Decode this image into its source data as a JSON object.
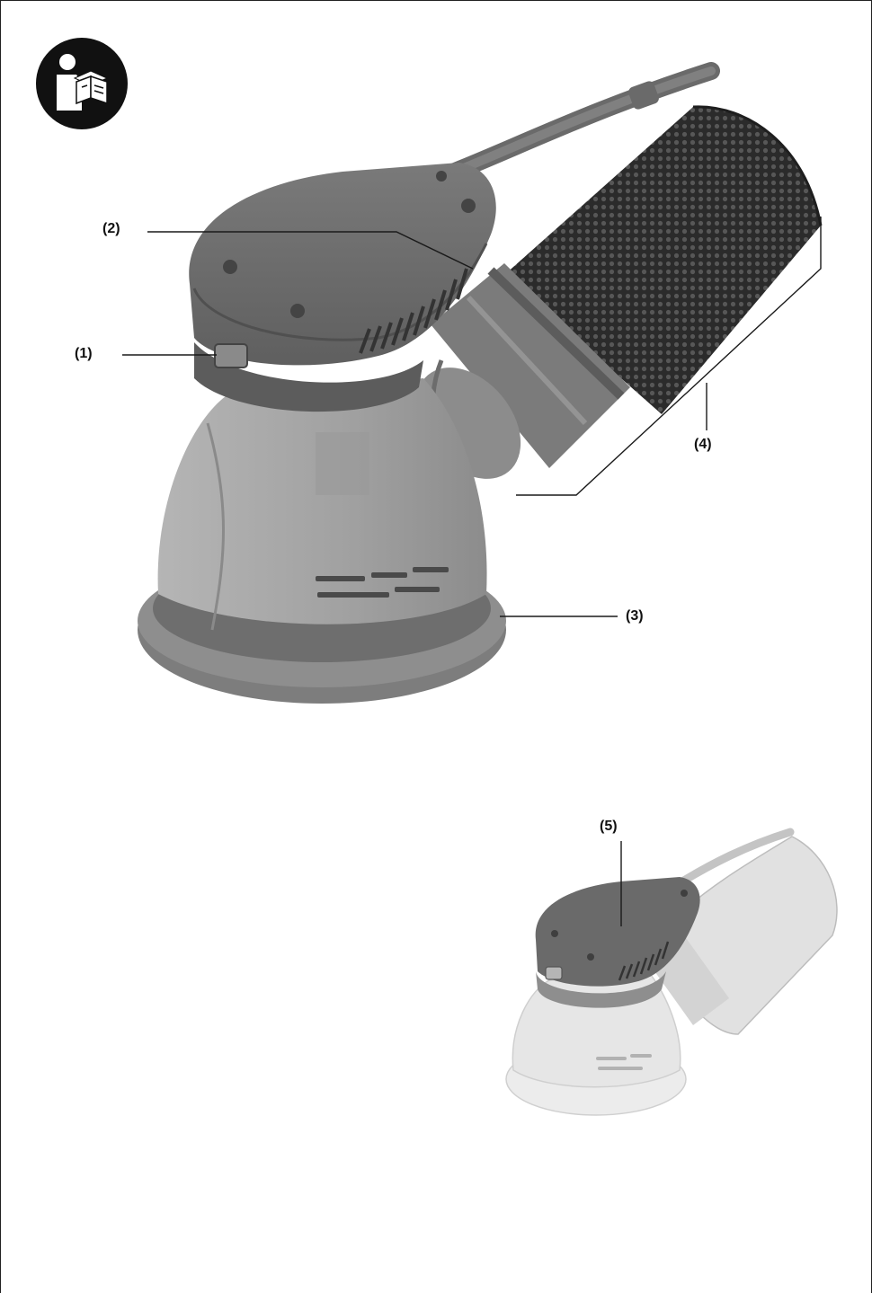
{
  "callouts": {
    "c1": "(1)",
    "c2": "(2)",
    "c3": "(3)",
    "c4": "(4)",
    "c5": "(5)"
  },
  "icons": {
    "manual": "read-manual-icon"
  },
  "colors": {
    "line": "#1a1a1a",
    "housing_dark": "#6e6e6e",
    "housing_light": "#a9a9a9",
    "pad": "#8a8a8a",
    "dust_bag": "#2e2e2e"
  }
}
